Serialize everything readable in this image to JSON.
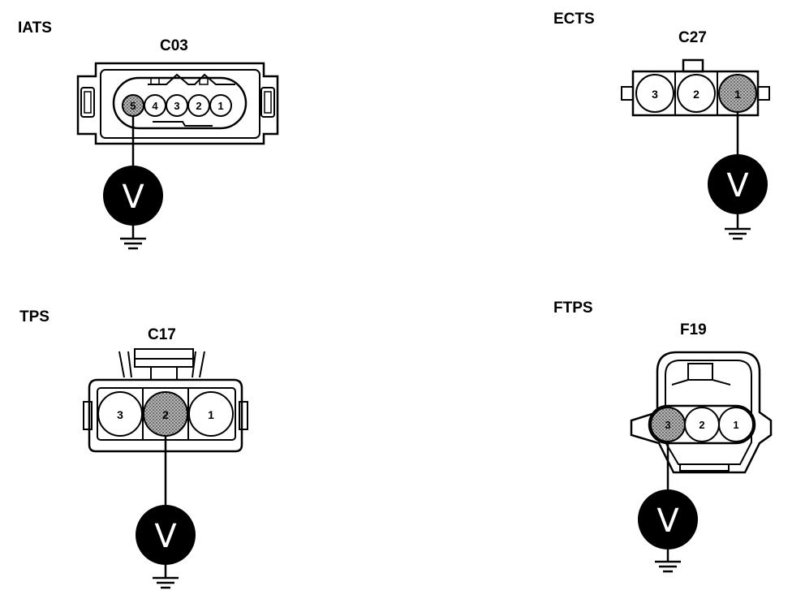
{
  "panels": {
    "iats": {
      "sensor_label": "IATS",
      "connector_label": "C03",
      "pins": [
        "5",
        "4",
        "3",
        "2",
        "1"
      ],
      "probe_pin": "5",
      "meter_symbol": "V"
    },
    "ects": {
      "sensor_label": "ECTS",
      "connector_label": "C27",
      "pins": [
        "3",
        "2",
        "1"
      ],
      "probe_pin": "1",
      "meter_symbol": "V"
    },
    "tps": {
      "sensor_label": "TPS",
      "connector_label": "C17",
      "pins": [
        "3",
        "2",
        "1"
      ],
      "probe_pin": "2",
      "meter_symbol": "V"
    },
    "ftps": {
      "sensor_label": "FTPS",
      "connector_label": "F19",
      "pins": [
        "3",
        "2",
        "1"
      ],
      "probe_pin": "3",
      "meter_symbol": "V"
    }
  },
  "colors": {
    "line": "#000000",
    "meter_fill": "#000000",
    "probed_pin_fill": "#8a8a8a",
    "pin_fill": "#ffffff"
  }
}
